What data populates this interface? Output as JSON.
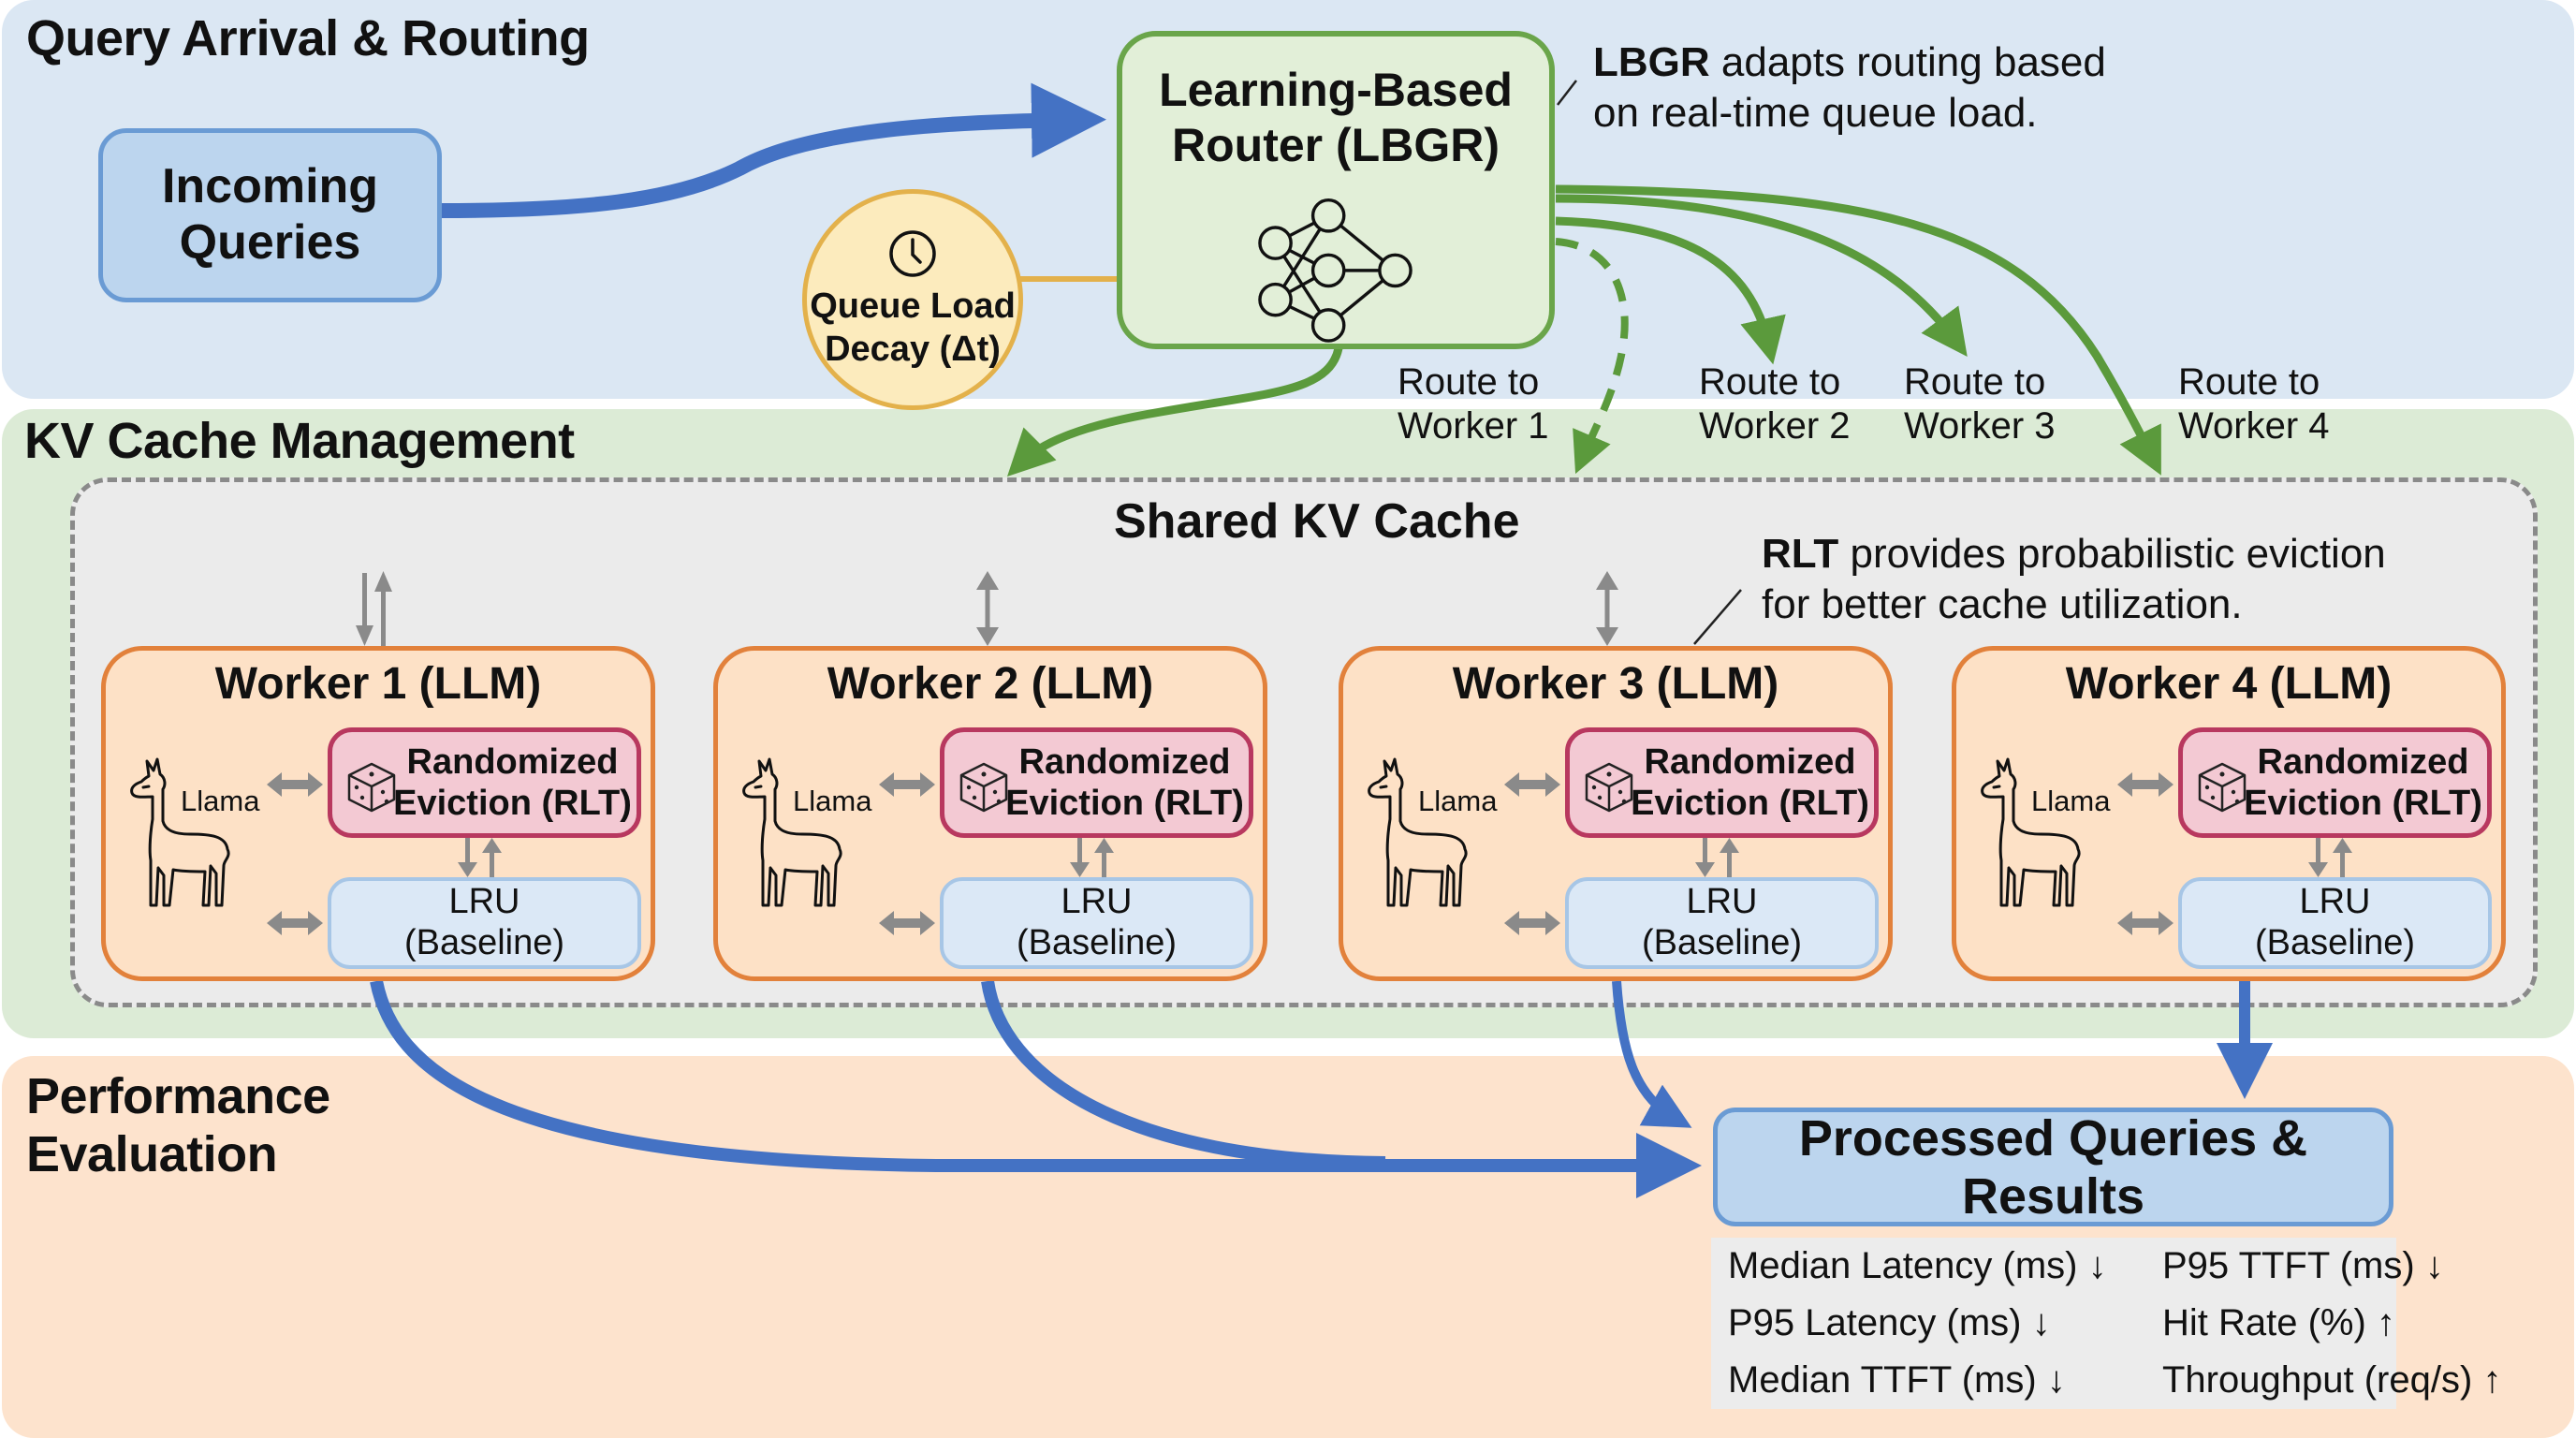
{
  "sections": {
    "routing": {
      "title": "Query Arrival & Routing"
    },
    "kv": {
      "title": "KV Cache Management"
    },
    "perf": {
      "title_line1": "Performance",
      "title_line2": "Evaluation"
    }
  },
  "incoming": {
    "line1": "Incoming",
    "line2": "Queries"
  },
  "router": {
    "line1": "Learning-Based",
    "line2": "Router (LBGR)",
    "icon": "neural-network-icon"
  },
  "queue_decay": {
    "line1": "Queue Load",
    "line2": "Decay (Δt)",
    "icon": "clock-icon"
  },
  "lbgr_annotation": {
    "bold": "LBGR",
    "rest_line1": " adapts routing based",
    "line2": "on real-time queue load."
  },
  "routes": [
    {
      "line1": "Route to",
      "line2": "Worker 1",
      "style": "dashed"
    },
    {
      "line1": "Route to",
      "line2": "Worker 2",
      "style": "solid"
    },
    {
      "line1": "Route to",
      "line2": "Worker 3",
      "style": "solid"
    },
    {
      "line1": "Route to",
      "line2": "Worker 4",
      "style": "solid"
    }
  ],
  "shared_cache": {
    "title": "Shared KV Cache"
  },
  "rlt_annotation": {
    "bold": "RLT",
    "rest_line1": " provides probabilistic eviction",
    "line2": "for better cache utilization."
  },
  "workers": [
    {
      "title": "Worker 1 (LLM)",
      "model": "Llama",
      "rlt_line1": "Randomized",
      "rlt_line2": "Eviction (RLT)",
      "lru_line1": "LRU",
      "lru_line2": "(Baseline)"
    },
    {
      "title": "Worker 2 (LLM)",
      "model": "Llama",
      "rlt_line1": "Randomized",
      "rlt_line2": "Eviction (RLT)",
      "lru_line1": "LRU",
      "lru_line2": "(Baseline)"
    },
    {
      "title": "Worker 3 (LLM)",
      "model": "Llama",
      "rlt_line1": "Randomized",
      "rlt_line2": "Eviction (RLT)",
      "lru_line1": "LRU",
      "lru_line2": "(Baseline)"
    },
    {
      "title": "Worker 4 (LLM)",
      "model": "Llama",
      "rlt_line1": "Randomized",
      "rlt_line2": "Eviction (RLT)",
      "lru_line1": "LRU",
      "lru_line2": "(Baseline)"
    }
  ],
  "processed": {
    "title": "Processed Queries & Results"
  },
  "metrics": [
    {
      "label": "Median Latency (ms) ↓",
      "direction": "lower-is-better"
    },
    {
      "label": "P95 TTFT (ms) ↓",
      "direction": "lower-is-better"
    },
    {
      "label": "P95 Latency (ms) ↓",
      "direction": "lower-is-better"
    },
    {
      "label": "Hit Rate (%) ↑",
      "direction": "higher-is-better"
    },
    {
      "label": "Median TTFT (ms) ↓",
      "direction": "lower-is-better"
    },
    {
      "label": "Throughput (req/s) ↑",
      "direction": "higher-is-better"
    }
  ],
  "colors": {
    "routing_bg": "#dbe7f3",
    "kv_bg": "#dcebd6",
    "perf_bg": "#fde3cd",
    "flow_blue": "#4472c4",
    "route_green": "#5b9a3c",
    "worker_orange": "#e2813b",
    "rlt_crimson": "#b8385f",
    "queue_gold": "#e3b14b",
    "cache_grey": "#8a8a8a"
  }
}
